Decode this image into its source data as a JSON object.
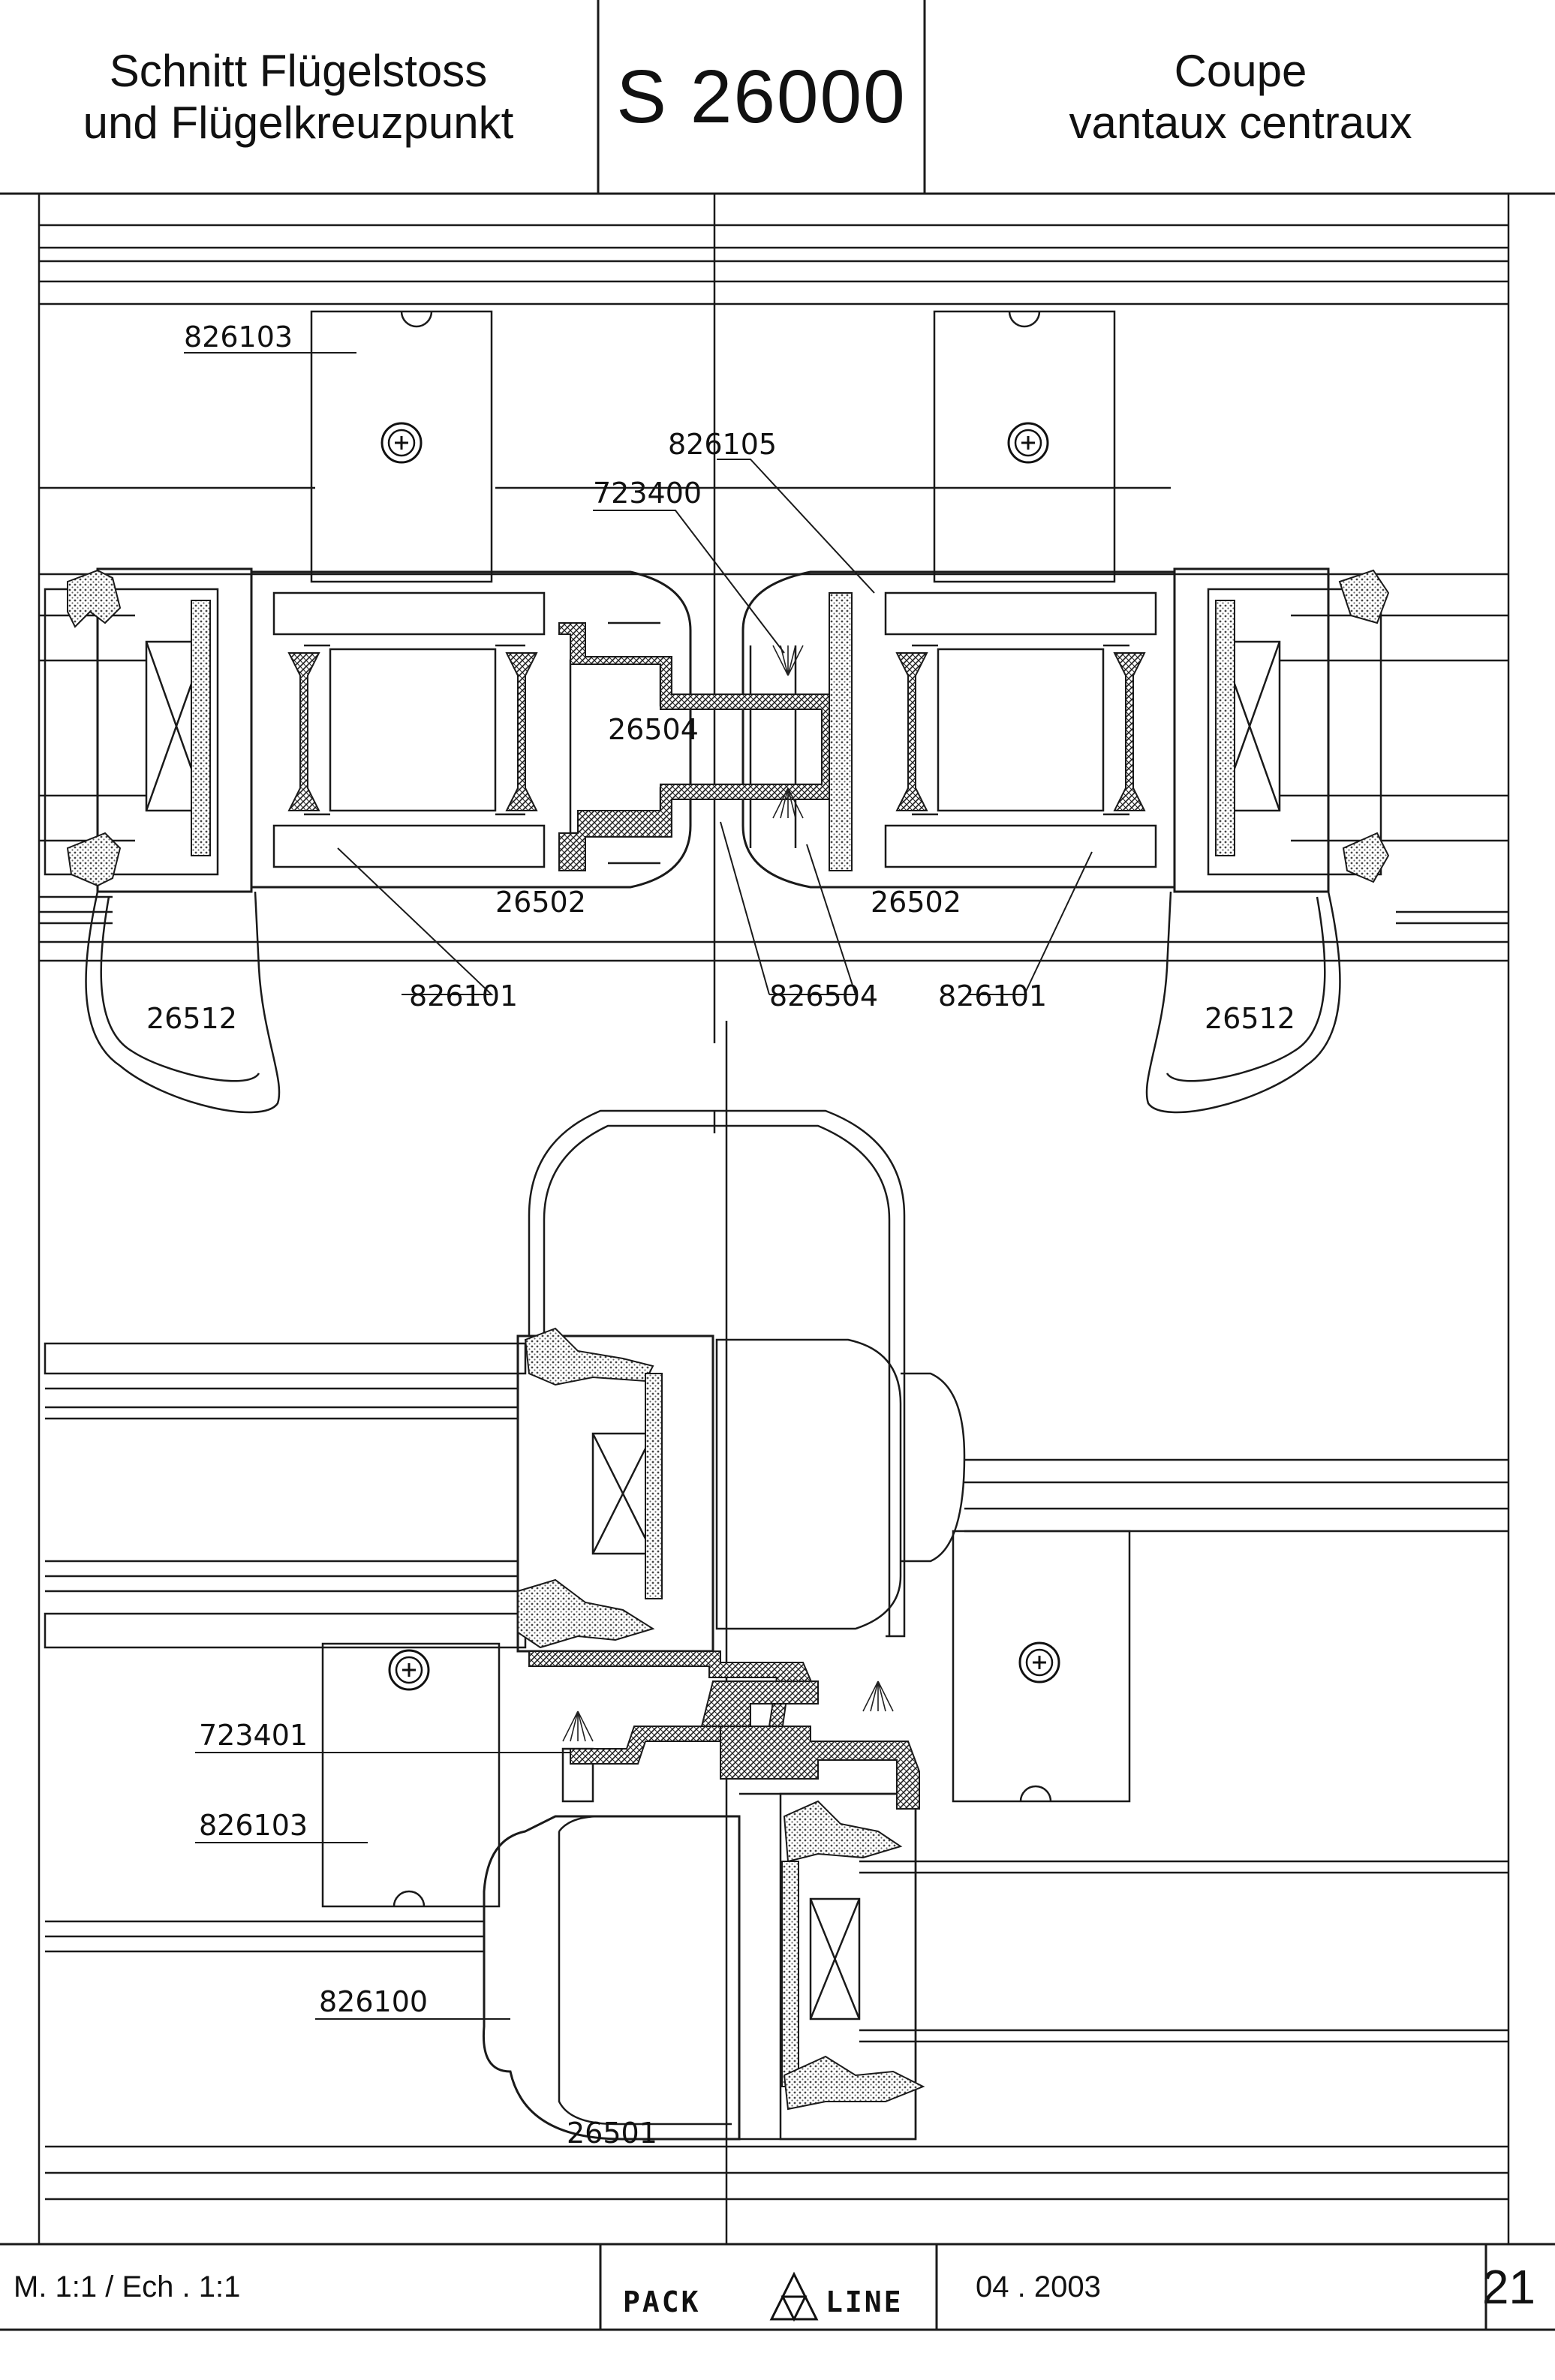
{
  "header": {
    "title_de_line1": "Schnitt Flügelstoss",
    "title_de_line2": "und Flügelkreuzpunkt",
    "drawing_number": "S 26000",
    "title_fr_line1": "Coupe",
    "title_fr_line2": "vantaux centraux"
  },
  "part_labels": {
    "top_left_bracket": "826103",
    "seal_upper": "826105",
    "gasket_upper": "723400",
    "center_profile": "26504",
    "sash_left": "26502",
    "sash_right": "26502",
    "insert_left": "826101",
    "insert_right": "826101",
    "center_seal": "826504",
    "handle_left": "26512",
    "handle_right": "26512",
    "gasket_lower": "723401",
    "bracket_lower": "826103",
    "insert_lower": "826100",
    "mullion_profile": "26501"
  },
  "footer": {
    "scale": "M. 1:1   /   Ech . 1:1",
    "logo_left": "PACK",
    "logo_right": "LINE",
    "date": "04 . 2003",
    "page_number": "21"
  },
  "colors": {
    "line": "#1a1a1a",
    "hatch": "#555555",
    "paper": "#ffffff"
  },
  "icons": [
    "screw-cross-icon",
    "triangle-logo-icon"
  ]
}
